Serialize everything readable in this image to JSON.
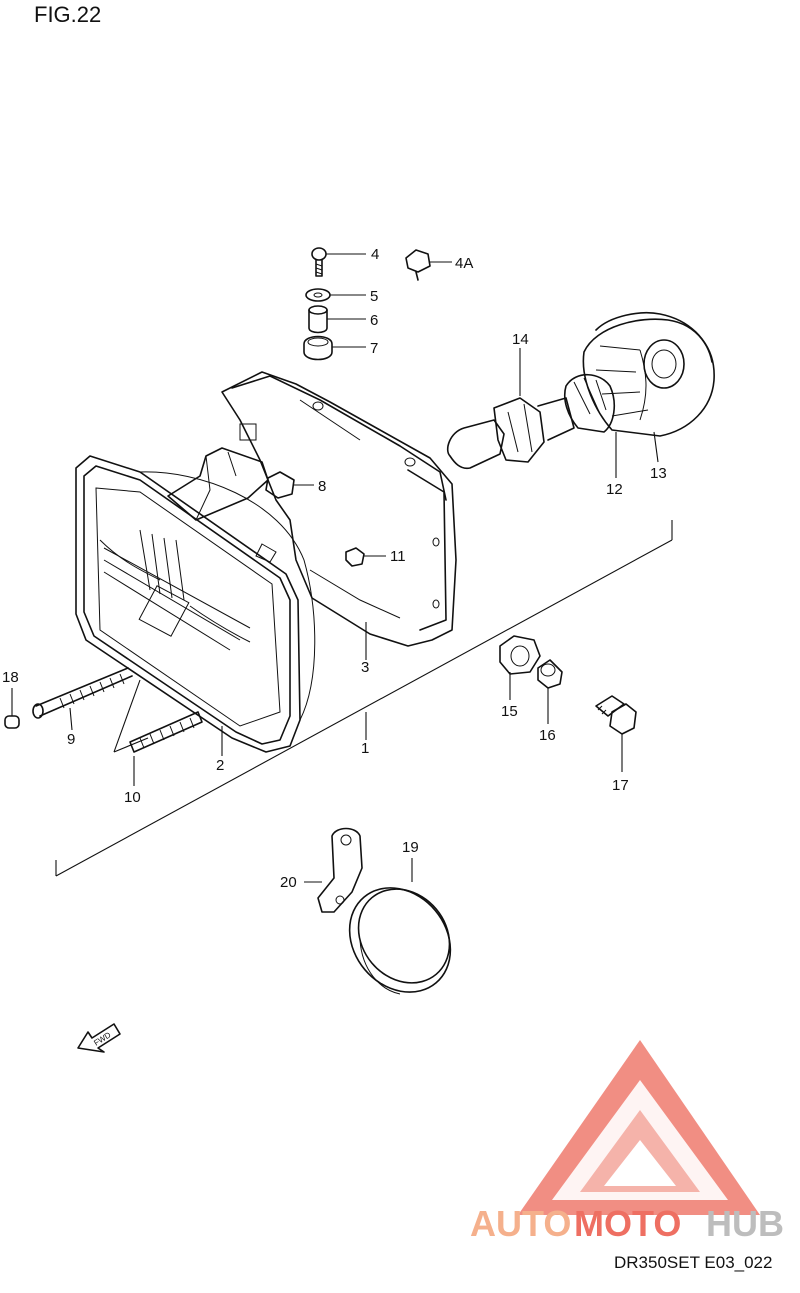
{
  "figure": {
    "title": "FIG.22",
    "code": "DR350SET E03_022",
    "fwd_label": "FWD"
  },
  "callouts": [
    {
      "id": "c1",
      "label": "1"
    },
    {
      "id": "c2",
      "label": "2"
    },
    {
      "id": "c3",
      "label": "3"
    },
    {
      "id": "c4",
      "label": "4"
    },
    {
      "id": "c4a",
      "label": "4A"
    },
    {
      "id": "c5",
      "label": "5"
    },
    {
      "id": "c6",
      "label": "6"
    },
    {
      "id": "c7",
      "label": "7"
    },
    {
      "id": "c8",
      "label": "8"
    },
    {
      "id": "c9",
      "label": "9"
    },
    {
      "id": "c10",
      "label": "10"
    },
    {
      "id": "c11",
      "label": "11"
    },
    {
      "id": "c12",
      "label": "12"
    },
    {
      "id": "c13",
      "label": "13"
    },
    {
      "id": "c14",
      "label": "14"
    },
    {
      "id": "c15",
      "label": "15"
    },
    {
      "id": "c16",
      "label": "16"
    },
    {
      "id": "c17",
      "label": "17"
    },
    {
      "id": "c18",
      "label": "18"
    },
    {
      "id": "c19",
      "label": "19"
    },
    {
      "id": "c20",
      "label": "20"
    }
  ],
  "watermark": {
    "part_a": "AUTO",
    "part_b": "MOTO",
    "part_c": "HUB",
    "color_a": "#f5b08c",
    "color_b": "#ee6f62",
    "color_c": "#bdbdbd"
  }
}
